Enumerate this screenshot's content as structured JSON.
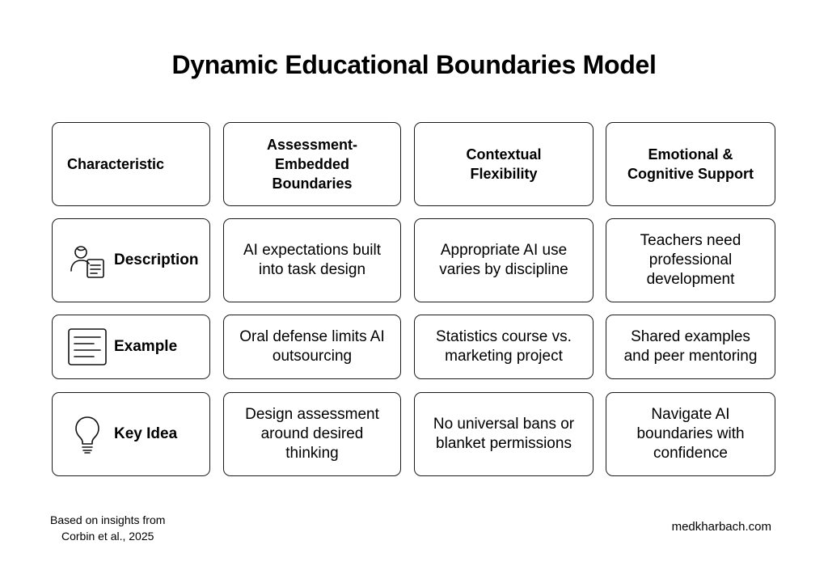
{
  "title": "Dynamic Educational Boundaries Model",
  "header": {
    "corner": "Characteristic",
    "columns": [
      "Assessment-Embedded Boundaries",
      "Contextual Flexibility",
      "Emotional & Cognitive Support"
    ]
  },
  "rows": [
    {
      "label": "Description",
      "icon": "person-document-icon",
      "cells": [
        "AI expectations built into task design",
        "Appropriate AI use varies by discipline",
        "Teachers need professional development"
      ]
    },
    {
      "label": "Example",
      "icon": "document-lines-icon",
      "cells": [
        "Oral defense limits AI outsourcing",
        "Statistics course vs. marketing project",
        "Shared examples and peer mentoring"
      ]
    },
    {
      "label": "Key Idea",
      "icon": "lightbulb-icon",
      "cells": [
        "Design assessment around desired thinking",
        "No universal bans or blanket permissions",
        "Navigate AI boundaries with confidence"
      ]
    }
  ],
  "footer": {
    "source_line1": "Based on insights from",
    "source_line2": "Corbin et al., 2025",
    "site": "medkharbach.com"
  }
}
